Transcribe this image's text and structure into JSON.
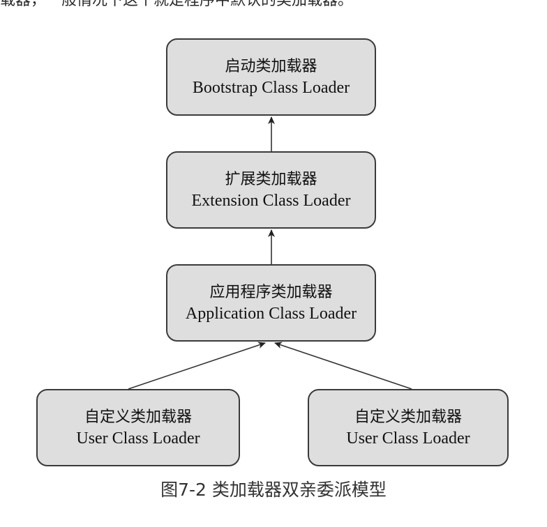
{
  "top_text": "载器，一般情况下这个就是程序中默认的类加载器。",
  "nodes": {
    "bootstrap": {
      "zh": "启动类加载器",
      "en": "Bootstrap Class Loader"
    },
    "extension": {
      "zh": "扩展类加载器",
      "en": "Extension Class Loader"
    },
    "application": {
      "zh": "应用程序类加载器",
      "en": "Application Class Loader"
    },
    "user_left": {
      "zh": "自定义类加载器",
      "en": "User Class Loader"
    },
    "user_right": {
      "zh": "自定义类加载器",
      "en": "User Class Loader"
    }
  },
  "caption": "图7-2 类加载器双亲委派模型"
}
